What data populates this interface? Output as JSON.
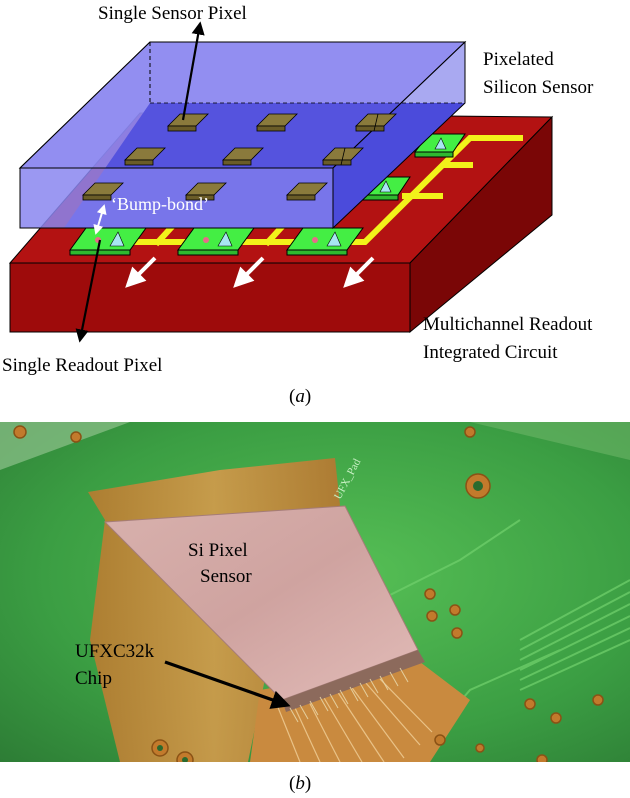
{
  "panel_a": {
    "labels": {
      "single_sensor_pixel": "Single Sensor Pixel",
      "pixelated_line1": "Pixelated",
      "pixelated_line2": "Silicon Sensor",
      "bump_bond": "‘Bump-bond’",
      "multichannel_line1": "Multichannel Readout",
      "multichannel_line2": "Integrated Circuit",
      "single_readout_pixel": "Single Readout Pixel"
    },
    "caption": "a"
  },
  "panel_b": {
    "labels": {
      "si_line1": "Si Pixel",
      "si_line2": "Sensor",
      "chip_line1": "UFXC32k",
      "chip_line2": "Chip"
    },
    "caption": "b"
  },
  "colors": {
    "readout_front": "#9e0b0b",
    "readout_top": "#b31212",
    "readout_side": "#7a0606",
    "sensor_glass": "#8a86f0",
    "sensor_dark": "#1616c8",
    "pixel_pad": "#8a7a3c",
    "readout_pixel": "#44ee44",
    "trace_yellow": "#f2f21a",
    "pcb_green": "#3fa447",
    "silicon_pink": "#d9aeab",
    "copper": "#c9873a"
  }
}
